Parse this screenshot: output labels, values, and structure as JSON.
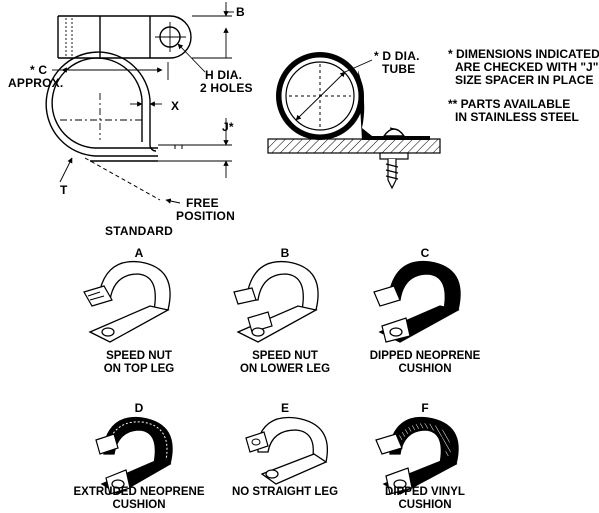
{
  "drawing": {
    "labels": {
      "b": "B",
      "c_line1": "* C",
      "c_line2": "APPROX.",
      "h_line1": "H DIA.",
      "h_line2": "2 HOLES",
      "x": "X",
      "j": "J*",
      "t": "T",
      "free_line1": "FREE",
      "free_line2": "POSITION",
      "standard": "STANDARD",
      "d_line1": "* D DIA.",
      "d_line2": "TUBE"
    },
    "notes": {
      "note1_line1": "* DIMENSIONS INDICATED",
      "note1_line2": "ARE CHECKED WITH \"J\"",
      "note1_line3": "SIZE SPACER IN PLACE",
      "note2_line1": "** PARTS AVAILABLE",
      "note2_line2": "IN STAINLESS STEEL"
    }
  },
  "variants": [
    {
      "letter": "A",
      "line1": "SPEED NUT",
      "line2": "ON TOP LEG"
    },
    {
      "letter": "B",
      "line1": "SPEED NUT",
      "line2": "ON LOWER LEG"
    },
    {
      "letter": "C",
      "line1": "DIPPED NEOPRENE",
      "line2": "CUSHION"
    },
    {
      "letter": "D",
      "line1": "EXTRUDED NEOPRENE",
      "line2": "CUSHION"
    },
    {
      "letter": "E",
      "line1": "NO STRAIGHT LEG",
      "line2": ""
    },
    {
      "letter": "F",
      "line1": "DIPPED VINYL",
      "line2": "CUSHION"
    }
  ]
}
